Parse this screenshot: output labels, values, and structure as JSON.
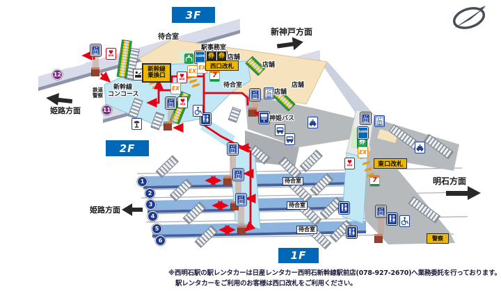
{
  "station_map": {
    "compass": "north-compass-icon",
    "floors": {
      "f3_label": "3F",
      "f2_label": "2F",
      "f1_label": "1F"
    },
    "directions": {
      "shin_kobe": "新神戸方面",
      "himeji_upper": "姫路方面",
      "himeji_lower": "姫路方面",
      "akashi": "明石方面"
    },
    "f3": {
      "waiting_room_top": "待合室",
      "waiting_room_mid": "待合室",
      "station_office": "駅事務室",
      "west_gate": "西口改札",
      "transfer_gate": [
        "新幹線",
        "乗換口"
      ],
      "concourse": [
        "新幹線",
        "コンコース"
      ],
      "railway_police": [
        "鉄道",
        "警察"
      ],
      "shops": [
        "店舗",
        "店舗",
        "店舗",
        "店舗"
      ],
      "platform_12": "12",
      "platform_11": "11"
    },
    "f2": {
      "shinki_bus": "神姫バス"
    },
    "f1": {
      "east_gate": "東口改札",
      "police": "警察",
      "waiting_rooms": [
        "待合室",
        "待合室",
        "待合室"
      ],
      "platforms": [
        "1",
        "2",
        "3",
        "4",
        "5",
        "6"
      ]
    },
    "icon_text": {
      "ticket": "券",
      "ex": "EX",
      "s5489": "5489",
      "seven": "7",
      "aed": "AED"
    },
    "footer": {
      "line1": "※西明石駅の駅レンタカーは日産レンタカー西明石新幹線駅前店(078-927-2670)へ業務委託を行っております。",
      "line2": "駅レンタカーをご利用のお客様は西口改札をご利用ください。"
    }
  }
}
